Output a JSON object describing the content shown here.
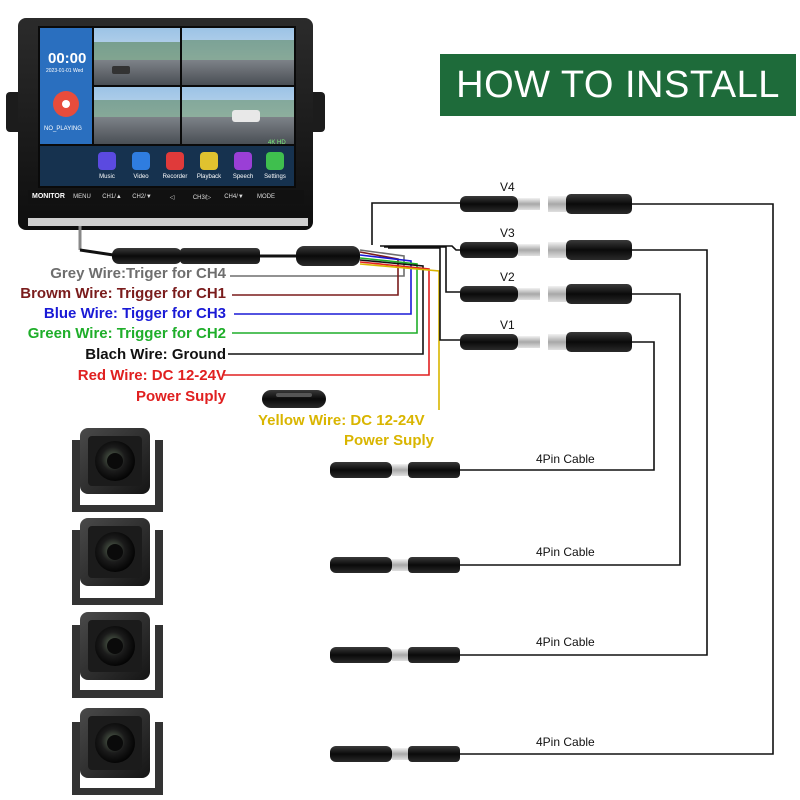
{
  "banner": "HOW TO INSTALL",
  "monitor": {
    "brand": "MONITOR",
    "buttons": [
      "MENU",
      "CH1/▲",
      "CH2/▼",
      "◁",
      "CH3/▷",
      "CH4/▼",
      "MODE"
    ],
    "clock": "00:00",
    "date": "2023-01-01 Wed",
    "status": "NO_PLAYING",
    "apps": [
      "Music",
      "Video",
      "Recorder",
      "Playback",
      "Speech",
      "Settings"
    ],
    "badge": "4K HD"
  },
  "wires": [
    {
      "text": "Grey Wire:Triger for CH4",
      "color": "#6e6e6e"
    },
    {
      "text": "Browm Wire: Trigger for CH1",
      "color": "#7a1c1c"
    },
    {
      "text": "Blue Wire: Tigger for CH3",
      "color": "#1a1ad6"
    },
    {
      "text": "Green Wire: Trigger for CH2",
      "color": "#1fae2a"
    },
    {
      "text": "Blach Wire: Ground",
      "color": "#111111"
    },
    {
      "text": "Red Wire: DC 12-24V",
      "color": "#e02020"
    },
    {
      "text": "Power Suply",
      "color": "#e02020"
    }
  ],
  "yellow_wire": {
    "line1": "Yellow Wire: DC 12-24V",
    "line2": "Power Suply",
    "color": "#d9b500"
  },
  "video_inputs": [
    "V4",
    "V3",
    "V2",
    "V1"
  ],
  "cable_label": "4Pin Cable",
  "cameras": [
    {
      "cable": "4Pin Cable"
    },
    {
      "cable": "4Pin Cable"
    },
    {
      "cable": "4Pin Cable"
    },
    {
      "cable": "4Pin Cable"
    }
  ]
}
